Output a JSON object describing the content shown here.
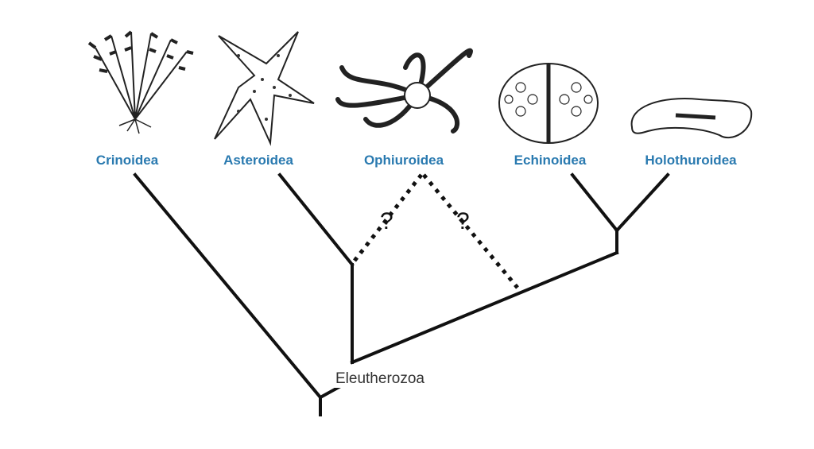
{
  "taxa": [
    "Crinoidea",
    "Asteroidea",
    "Ophiuroidea",
    "Echinoidea",
    "Holothuroidea"
  ],
  "clade_label": "Eleutherozoa",
  "uncertain_mark": "?",
  "colors": {
    "taxon_label": "#2a7ab0",
    "branch": "#111111"
  }
}
